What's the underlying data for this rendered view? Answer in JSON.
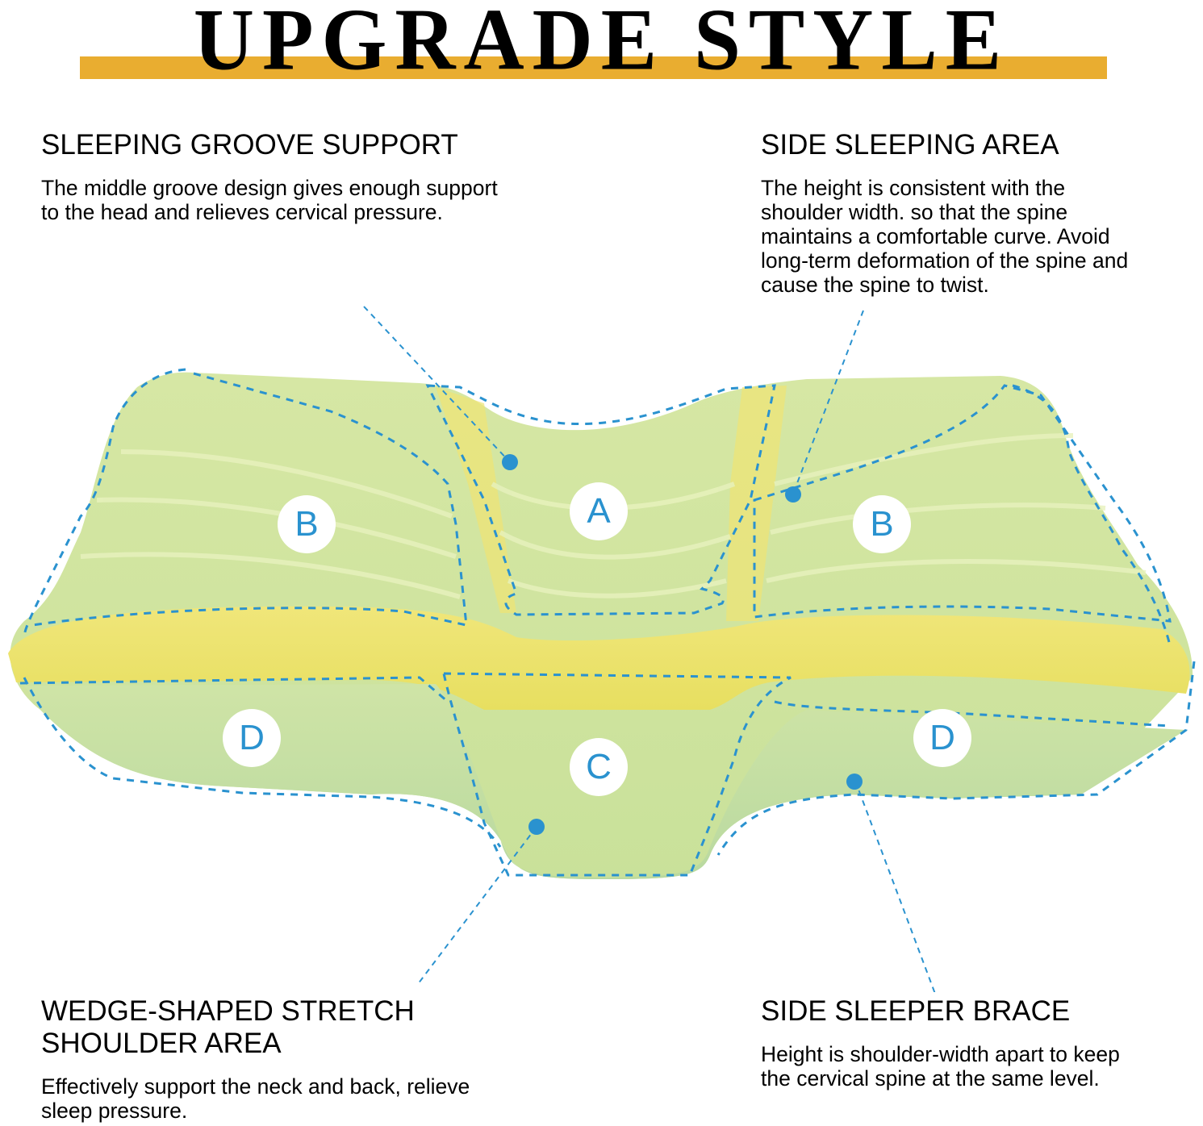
{
  "header": {
    "title": "UPGRADE STYLE",
    "accent_bar_color": "#e9ad30"
  },
  "features": [
    {
      "id": "A",
      "heading": "SLEEPING GROOVE SUPPORT",
      "description": "The middle groove design gives enough support to the head and relieves cervical pressure."
    },
    {
      "id": "B",
      "heading": "SIDE SLEEPING AREA",
      "description": "The height is consistent with the shoulder width. so that the spine maintains a comfortable curve. Avoid long-term deformation of the spine and cause the spine to twist."
    },
    {
      "id": "C",
      "heading": "WEDGE-SHAPED STRETCH SHOULDER AREA",
      "description": "Effectively support the neck and back, relieve sleep pressure."
    },
    {
      "id": "D",
      "heading": "SIDE SLEEPER BRACE",
      "description": "Height is shoulder-width apart to keep the cervical spine at the same level."
    }
  ],
  "diagram": {
    "zone_labels": {
      "a": "A",
      "b_left": "B",
      "b_right": "B",
      "c": "C",
      "d_left": "D",
      "d_right": "D"
    },
    "colors": {
      "outline_dash": "#2a92cf",
      "pillow_green": "#cfe29a",
      "pillow_yellow": "#eee36a",
      "badge_text": "#2a92cf"
    }
  }
}
